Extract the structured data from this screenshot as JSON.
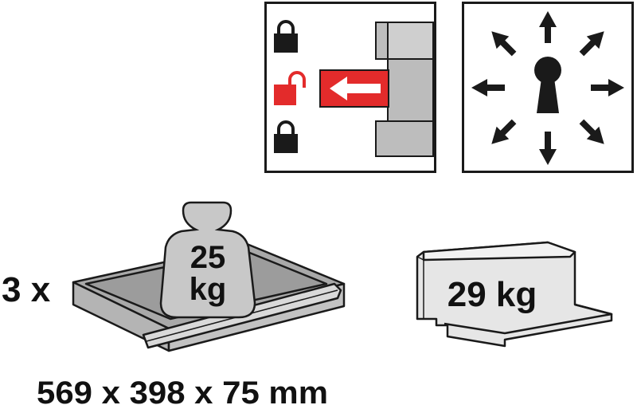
{
  "drawer_count": "3 x",
  "drawer_weight": {
    "value": "25",
    "unit": "kg"
  },
  "cabinet_weight": "29 kg",
  "dimensions": "569 x 398 x 75 mm",
  "colors": {
    "accent": "#e32b2b",
    "panel_grey": "#c8c8c8",
    "outline": "#1a1a1a"
  },
  "icons": [
    "lock-closed-icon",
    "lock-open-icon",
    "arrow-left-icon",
    "keyhole-icon",
    "arrow-out-icon",
    "weight-icon",
    "drawer-icon",
    "cabinet-icon"
  ]
}
